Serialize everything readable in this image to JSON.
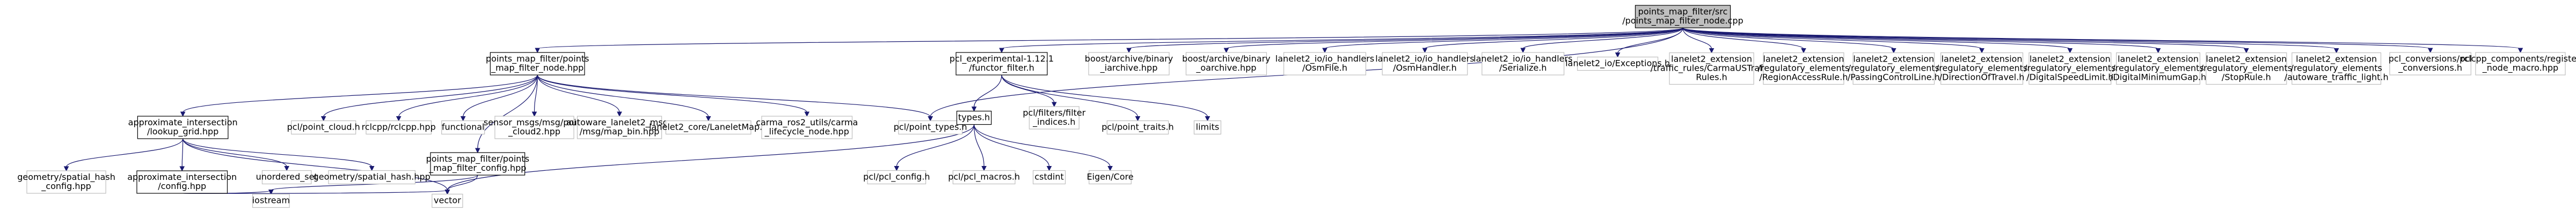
{
  "graph": {
    "nodes": [
      {
        "id": "root",
        "lines": [
          "points_map_filter/src",
          "/points_map_filter_node.cpp"
        ],
        "style": "root"
      },
      {
        "id": "pmf_hpp",
        "lines": [
          "points_map_filter/points",
          "_map_filter_node.hpp"
        ],
        "style": "framed"
      },
      {
        "id": "pcl_exp",
        "lines": [
          "pcl_experimental-1.12.1",
          "/functor_filter.h"
        ],
        "style": "framed"
      },
      {
        "id": "boost_bin_arch",
        "lines": [
          "boost/archive/binary",
          "_iarchive.hpp"
        ],
        "style": "plain"
      },
      {
        "id": "boost_bin_oarch",
        "lines": [
          "boost/archive/binary",
          "_oarchive.hpp"
        ],
        "style": "plain"
      },
      {
        "id": "osm_file",
        "lines": [
          "lanelet2_io/io_handlers",
          "/OsmFile.h"
        ],
        "style": "plain"
      },
      {
        "id": "osm_handler",
        "lines": [
          "lanelet2_io/io_handlers",
          "/OsmHandler.h"
        ],
        "style": "plain"
      },
      {
        "id": "serialize",
        "lines": [
          "lanelet2_io/io_handlers",
          "/Serialize.h"
        ],
        "style": "plain"
      },
      {
        "id": "exceptions",
        "lines": [
          "lanelet2_io/Exceptions.h"
        ],
        "style": "plain"
      },
      {
        "id": "carmatraffic",
        "lines": [
          "lanelet2_extension",
          "/traffic_rules/CarmaUSTraffic",
          "Rules.h"
        ],
        "style": "plain"
      },
      {
        "id": "region_access",
        "lines": [
          "lanelet2_extension",
          "/regulatory_elements",
          "/RegionAccessRule.h"
        ],
        "style": "plain"
      },
      {
        "id": "passing_control",
        "lines": [
          "lanelet2_extension",
          "/regulatory_elements",
          "/PassingControlLine.h"
        ],
        "style": "plain"
      },
      {
        "id": "direction_travel",
        "lines": [
          "lanelet2_extension",
          "/regulatory_elements",
          "/DirectionOfTravel.h"
        ],
        "style": "plain"
      },
      {
        "id": "digital_speed",
        "lines": [
          "lanelet2_extension",
          "/regulatory_elements",
          "/DigitalSpeedLimit.h"
        ],
        "style": "plain"
      },
      {
        "id": "digital_gap",
        "lines": [
          "lanelet2_extension",
          "/regulatory_elements",
          "/DigitalMinimumGap.h"
        ],
        "style": "plain"
      },
      {
        "id": "stop_rule",
        "lines": [
          "lanelet2_extension",
          "/regulatory_elements",
          "/StopRule.h"
        ],
        "style": "plain"
      },
      {
        "id": "autoware_light",
        "lines": [
          "lanelet2_extension",
          "/regulatory_elements",
          "/autoware_traffic_light.h"
        ],
        "style": "plain"
      },
      {
        "id": "pcl_conversions",
        "lines": [
          "pcl_conversions/pcl",
          "_conversions.h"
        ],
        "style": "plain"
      },
      {
        "id": "rclcpp_components",
        "lines": [
          "rclcpp_components/register",
          "_node_macro.hpp"
        ],
        "style": "plain"
      },
      {
        "id": "approx_grid",
        "lines": [
          "approximate_intersection",
          "/lookup_grid.hpp"
        ],
        "style": "framed"
      },
      {
        "id": "pcl_pointcloud",
        "lines": [
          "pcl/point_cloud.h"
        ],
        "style": "plain"
      },
      {
        "id": "rclcpp",
        "lines": [
          "rclcpp/rclcpp.hpp"
        ],
        "style": "plain"
      },
      {
        "id": "functional",
        "lines": [
          "functional"
        ],
        "style": "plain"
      },
      {
        "id": "sensor_msgs",
        "lines": [
          "sensor_msgs/msg/point",
          "_cloud2.hpp"
        ],
        "style": "plain"
      },
      {
        "id": "autoware_bin",
        "lines": [
          "autoware_lanelet2_msgs",
          "/msg/map_bin.hpp"
        ],
        "style": "plain"
      },
      {
        "id": "lanelet_map",
        "lines": [
          "lanelet2_core/LaneletMap.h"
        ],
        "style": "plain"
      },
      {
        "id": "carma_ros2",
        "lines": [
          "carma_ros2_utils/carma",
          "_lifecycle_node.hpp"
        ],
        "style": "plain"
      },
      {
        "id": "pcl_point_types",
        "lines": [
          "pcl/point_types.h"
        ],
        "style": "plain"
      },
      {
        "id": "types_h",
        "lines": [
          "types.h"
        ],
        "style": "framed"
      },
      {
        "id": "pcl_filters",
        "lines": [
          "pcl/filters/filter",
          "_indices.h"
        ],
        "style": "plain"
      },
      {
        "id": "pcl_traits",
        "lines": [
          "pcl/point_traits.h"
        ],
        "style": "plain"
      },
      {
        "id": "limits",
        "lines": [
          "limits"
        ],
        "style": "plain"
      },
      {
        "id": "spatial_hash_config",
        "lines": [
          "geometry/spatial_hash",
          "_config.hpp"
        ],
        "style": "plain"
      },
      {
        "id": "approx_config",
        "lines": [
          "approximate_intersection",
          "/config.hpp"
        ],
        "style": "framed"
      },
      {
        "id": "unordered_set",
        "lines": [
          "unordered_set"
        ],
        "style": "plain"
      },
      {
        "id": "spatial_hash",
        "lines": [
          "geometry/spatial_hash.hpp"
        ],
        "style": "plain"
      },
      {
        "id": "pmf_config",
        "lines": [
          "points_map_filter/points",
          "_map_filter_config.hpp"
        ],
        "style": "framed"
      },
      {
        "id": "pcl_config",
        "lines": [
          "pcl/pcl_config.h"
        ],
        "style": "plain"
      },
      {
        "id": "pcl_macros",
        "lines": [
          "pcl/pcl_macros.h"
        ],
        "style": "plain"
      },
      {
        "id": "cstdint",
        "lines": [
          "cstdint"
        ],
        "style": "plain"
      },
      {
        "id": "eigen_core",
        "lines": [
          "Eigen/Core"
        ],
        "style": "plain"
      },
      {
        "id": "iostream",
        "lines": [
          "iostream"
        ],
        "style": "plain"
      },
      {
        "id": "vector",
        "lines": [
          "vector"
        ],
        "style": "plain"
      }
    ],
    "edges": [
      [
        "root",
        "pmf_hpp"
      ],
      [
        "root",
        "pcl_exp"
      ],
      [
        "root",
        "boost_bin_arch"
      ],
      [
        "root",
        "boost_bin_oarch"
      ],
      [
        "root",
        "osm_file"
      ],
      [
        "root",
        "osm_handler"
      ],
      [
        "root",
        "serialize"
      ],
      [
        "root",
        "exceptions"
      ],
      [
        "root",
        "carmatraffic"
      ],
      [
        "root",
        "region_access"
      ],
      [
        "root",
        "passing_control"
      ],
      [
        "root",
        "direction_travel"
      ],
      [
        "root",
        "digital_speed"
      ],
      [
        "root",
        "digital_gap"
      ],
      [
        "root",
        "stop_rule"
      ],
      [
        "root",
        "autoware_light"
      ],
      [
        "root",
        "pcl_conversions"
      ],
      [
        "root",
        "rclcpp_components"
      ],
      [
        "root",
        "pcl_point_types"
      ],
      [
        "pmf_hpp",
        "approx_grid"
      ],
      [
        "pmf_hpp",
        "pcl_pointcloud"
      ],
      [
        "pmf_hpp",
        "rclcpp"
      ],
      [
        "pmf_hpp",
        "functional"
      ],
      [
        "pmf_hpp",
        "sensor_msgs"
      ],
      [
        "pmf_hpp",
        "autoware_bin"
      ],
      [
        "pmf_hpp",
        "lanelet_map"
      ],
      [
        "pmf_hpp",
        "carma_ros2"
      ],
      [
        "pmf_hpp",
        "pcl_point_types"
      ],
      [
        "pmf_hpp",
        "pmf_config"
      ],
      [
        "pcl_exp",
        "types_h"
      ],
      [
        "pcl_exp",
        "pcl_filters"
      ],
      [
        "pcl_exp",
        "pcl_traits"
      ],
      [
        "pcl_exp",
        "limits"
      ],
      [
        "approx_grid",
        "spatial_hash_config"
      ],
      [
        "approx_grid",
        "approx_config"
      ],
      [
        "approx_grid",
        "unordered_set"
      ],
      [
        "approx_grid",
        "spatial_hash"
      ],
      [
        "approx_grid",
        "vector"
      ],
      [
        "approx_config",
        "iostream"
      ],
      [
        "approx_config",
        "vector"
      ],
      [
        "pmf_config",
        "iostream"
      ],
      [
        "pmf_config",
        "vector"
      ],
      [
        "types_h",
        "pcl_config"
      ],
      [
        "types_h",
        "pcl_macros"
      ],
      [
        "types_h",
        "cstdint"
      ],
      [
        "types_h",
        "eigen_core"
      ],
      [
        "types_h",
        "vector"
      ]
    ]
  },
  "colors": {
    "edge": "#191970",
    "root_fill": "#bfbfbf",
    "framed_border": "#000000",
    "plain_border": "#bfbfbf",
    "text": "#000000"
  }
}
